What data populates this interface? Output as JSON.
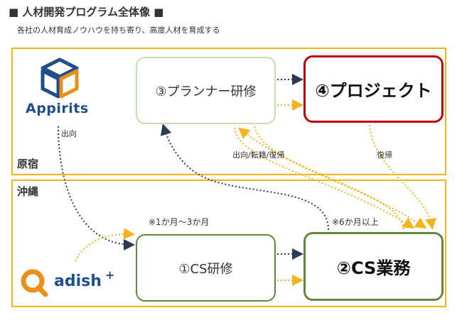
{
  "header": {
    "title": "■ 人材開発プログラム全体像 ■",
    "subtitle": "各社の人材育成ノウハウを持ち寄り、高度人材を育成する"
  },
  "regions": {
    "top_label": "原宿",
    "bottom_label": "沖縄"
  },
  "boxes": {
    "planner": "③プランナー研修",
    "project": "④プロジェクト",
    "cs_training": "①CS研修",
    "cs_work": "②CS業務"
  },
  "notes": {
    "dispatch": "出向",
    "transfer": "出向/転籍/復帰",
    "return": "復帰",
    "months_1": "※1か月～3か月",
    "months_2": "※6か月以上"
  },
  "logos": {
    "appirits": "Appirits",
    "adish": "adish",
    "adish_plus": "+"
  },
  "colors": {
    "region_border": "#f3b41b",
    "navy_arrow": "#2d3a55",
    "orange_arrow": "#f3b41b",
    "project_border": "#c0000a",
    "green_border": "#5f8a3c",
    "light_green_border": "#c5deb0",
    "brand_blue": "#1f4e8c",
    "adish_orange": "#e8901a"
  }
}
